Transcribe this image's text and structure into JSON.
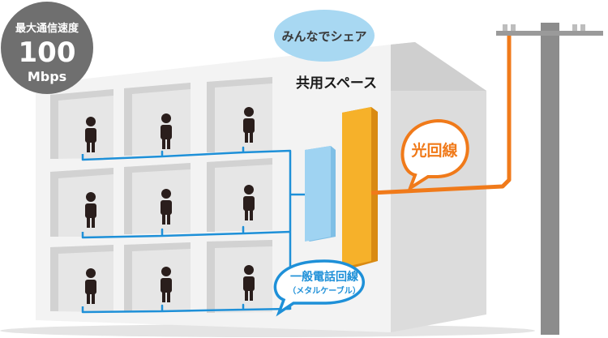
{
  "speed_badge": {
    "label": "最大通信速度",
    "value": "100",
    "unit": "Mbps"
  },
  "share_bubble": {
    "text": "みんなでシェア"
  },
  "shared_space": {
    "label": "共用スペース"
  },
  "fiber_bubble": {
    "text": "光回線"
  },
  "phone_bubble": {
    "title": "一般電話回線",
    "subtitle": "（メタルケーブル）"
  },
  "colors": {
    "building_face": "#f3f3f3",
    "building_side": "#dcdcdc",
    "unit_interior": "#e6e6e6",
    "person": "#2a1e1c",
    "phone_wiring": "#1e90d8",
    "fiber_line": "#f07a1a",
    "splitter": "#9fd3f2",
    "fiber_panel": "#f6b12a",
    "pole": "#8c8c8c",
    "badge": "#6f6f6f",
    "share_bubble": "#a8d8f2"
  }
}
